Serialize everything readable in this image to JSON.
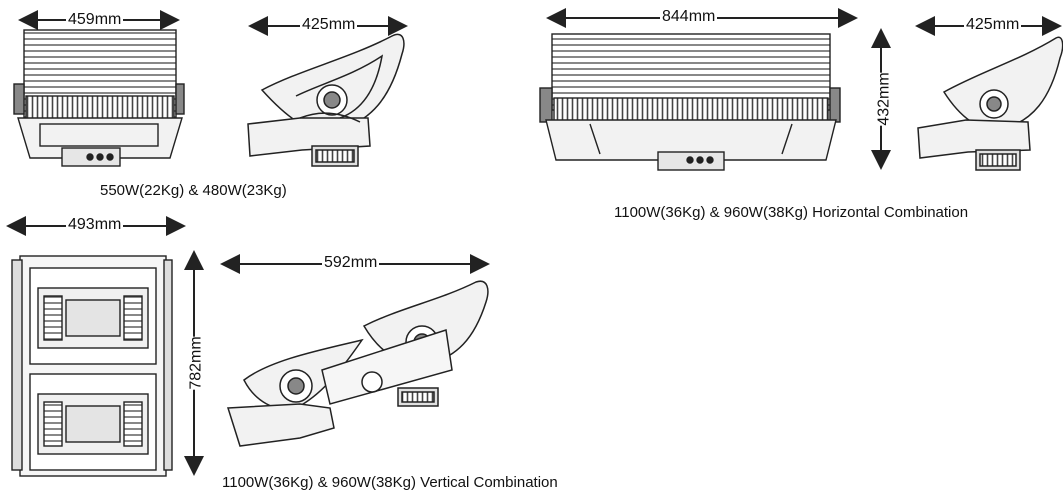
{
  "dims": {
    "small_front_width": "459mm",
    "small_side_width": "425mm",
    "horizontal_width": "844mm",
    "horizontal_height": "432mm",
    "horizontal_side_width": "425mm",
    "vertical_width": "493mm",
    "vertical_height": "782mm",
    "vertical_side_width": "592mm"
  },
  "captions": {
    "small": "550W(22Kg) & 480W(23Kg)",
    "horizontal": "1100W(36Kg) & 960W(38Kg) Horizontal Combination",
    "vertical": "1100W(36Kg) & 960W(38Kg) Vertical Combination"
  },
  "colors": {
    "line": "#222222",
    "fill": "#f2f2f2",
    "fin": "#555555"
  }
}
